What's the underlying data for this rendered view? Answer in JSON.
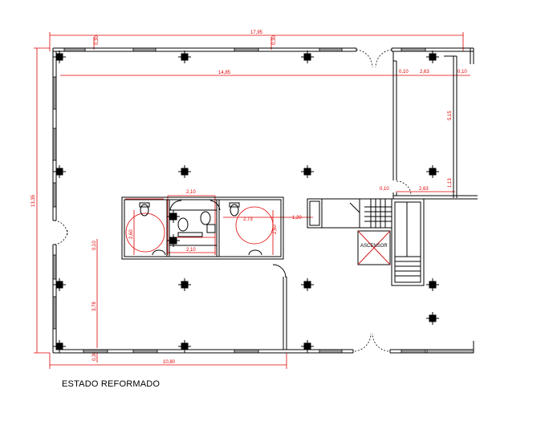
{
  "drawing": {
    "title": "ESTADO REFORMADO",
    "dimensions": {
      "total_width": "17,95",
      "inner_width": "14,85",
      "total_height": "13,35",
      "bottom_width": "10,80",
      "lower_height": "3,78",
      "upper_left_height": "0,10",
      "window_offset_left": "0,30",
      "window_offset_top": "0,30",
      "window_offset_bottom": "0,30",
      "top_right_a": "0,10",
      "top_right_b": "2,63",
      "top_right_c": "0,10",
      "right_vertical": "5,15",
      "right_small": "1,13",
      "mid_right_a": "0,10",
      "mid_right_b": "2,63",
      "wc_left_height": "2,60",
      "wc_top": "2,10",
      "wc_mid": "2,10",
      "wc_right_circle": "2,73",
      "wc_right_height": "2,60",
      "corridor": "1,20"
    },
    "labels": {
      "elevator": "ASCENSOR"
    }
  },
  "colors": {
    "wall": "#000000",
    "dimension": "#e00000",
    "elevator": "#d02020",
    "window": "#9a9a9a",
    "grey_fill": "#b0b0b0"
  }
}
